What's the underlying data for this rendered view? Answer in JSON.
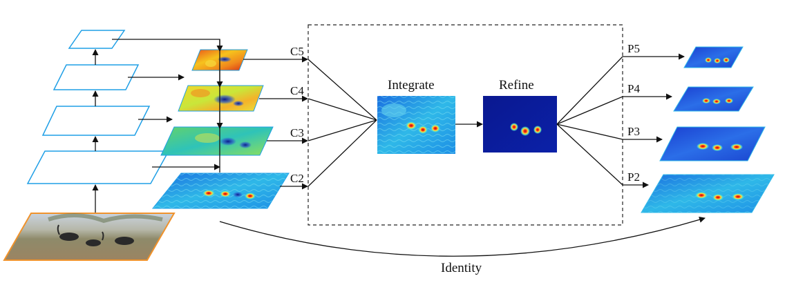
{
  "lateral_labels": [
    "C5",
    "C4",
    "C3",
    "C2"
  ],
  "output_labels": [
    "P5",
    "P4",
    "P3",
    "P2"
  ],
  "modules": {
    "integrate": "Integrate",
    "refine": "Refine"
  },
  "identity_label": "Identity",
  "colors": {
    "pyramid_outline": "#1f9fe6",
    "input_image_border": "#f0922b",
    "heatmap_low": "#0a1fa0",
    "heatmap_mid": "#2fb8e8",
    "heatmap_high": "#e8261a",
    "dashed_box": "#222222"
  }
}
